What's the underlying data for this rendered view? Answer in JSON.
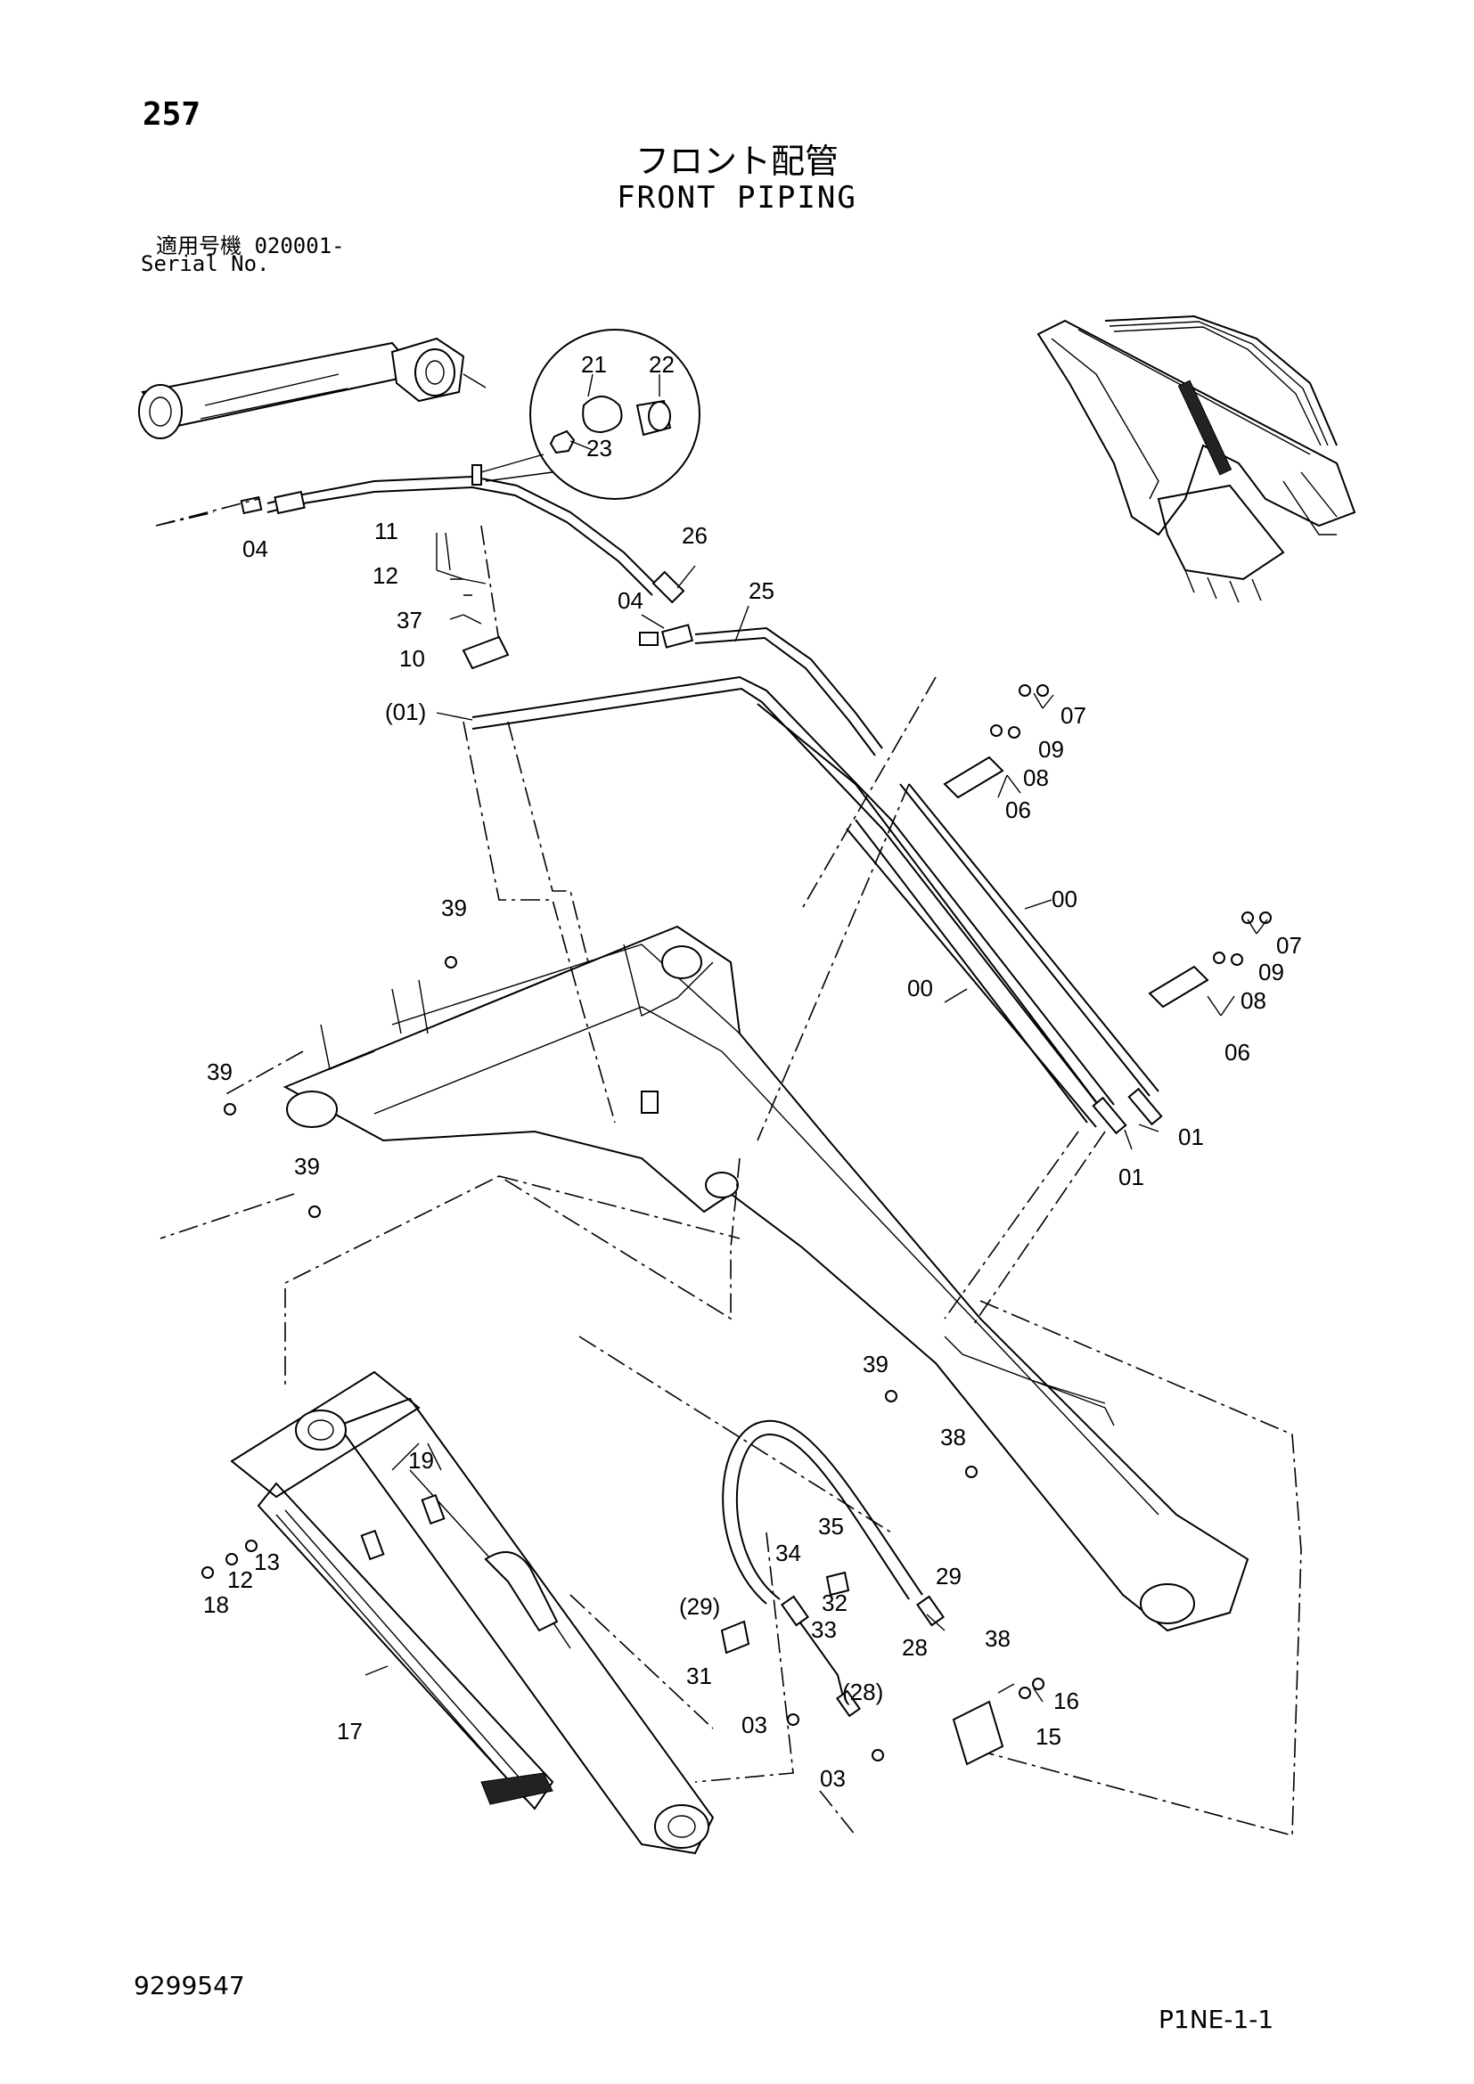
{
  "header": {
    "page_number": "257",
    "title_jp": "フロント配管",
    "title_en": "FRONT PIPING",
    "serial_line1": "適用号機  020001-",
    "serial_line2": "Serial No."
  },
  "footer": {
    "drawing_number": "9299547",
    "sheet_code": "P1NE-1-1"
  },
  "callouts": {
    "c21": "21",
    "c22": "22",
    "c23": "23",
    "c04a": "04",
    "c11": "11",
    "c12a": "12",
    "c37": "37",
    "c10": "10",
    "c01p": "(01)",
    "c26": "26",
    "c04b": "04",
    "c25": "25",
    "c07a": "07",
    "c09a": "09",
    "c08a": "08",
    "c06a": "06",
    "c39a": "39",
    "c00a": "00",
    "c00b": "00",
    "c07b": "07",
    "c09b": "09",
    "c08b": "08",
    "c06b": "06",
    "c39b": "39",
    "c01a": "01",
    "c01b": "01",
    "c39c": "39",
    "c39d": "39",
    "c38a": "38",
    "c19": "19",
    "c13": "13",
    "c12b": "12",
    "c18": "18",
    "c35": "35",
    "c34": "34",
    "c29p": "(29)",
    "c32": "32",
    "c29": "29",
    "c33": "33",
    "c28": "28",
    "c31": "31",
    "c38b": "38",
    "c28p": "(28)",
    "c16": "16",
    "c03a": "03",
    "c15": "15",
    "c03b": "03",
    "c17": "17"
  }
}
